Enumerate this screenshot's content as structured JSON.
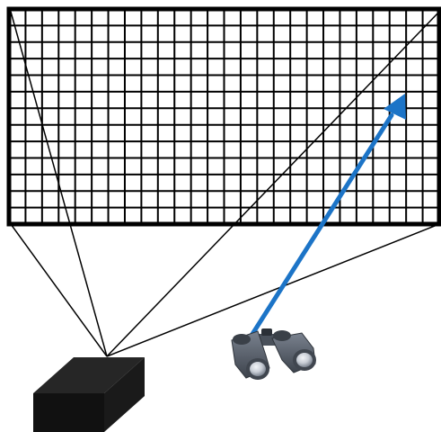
{
  "figure": {
    "kind": "projection-view-diagram",
    "screen": {
      "grid_columns": 26,
      "grid_rows": 13,
      "stroke_color": "#000000"
    },
    "projector": {
      "icon": "projector-box-icon",
      "fill_color": "#111111",
      "shade_color": "#262626"
    },
    "viewer": {
      "icon": "binoculars-icon",
      "body_color": "#565e6b",
      "lens_color": "#c9ced6"
    },
    "line_of_sight": {
      "icon": "arrow-icon",
      "color": "#1c74c7"
    }
  }
}
